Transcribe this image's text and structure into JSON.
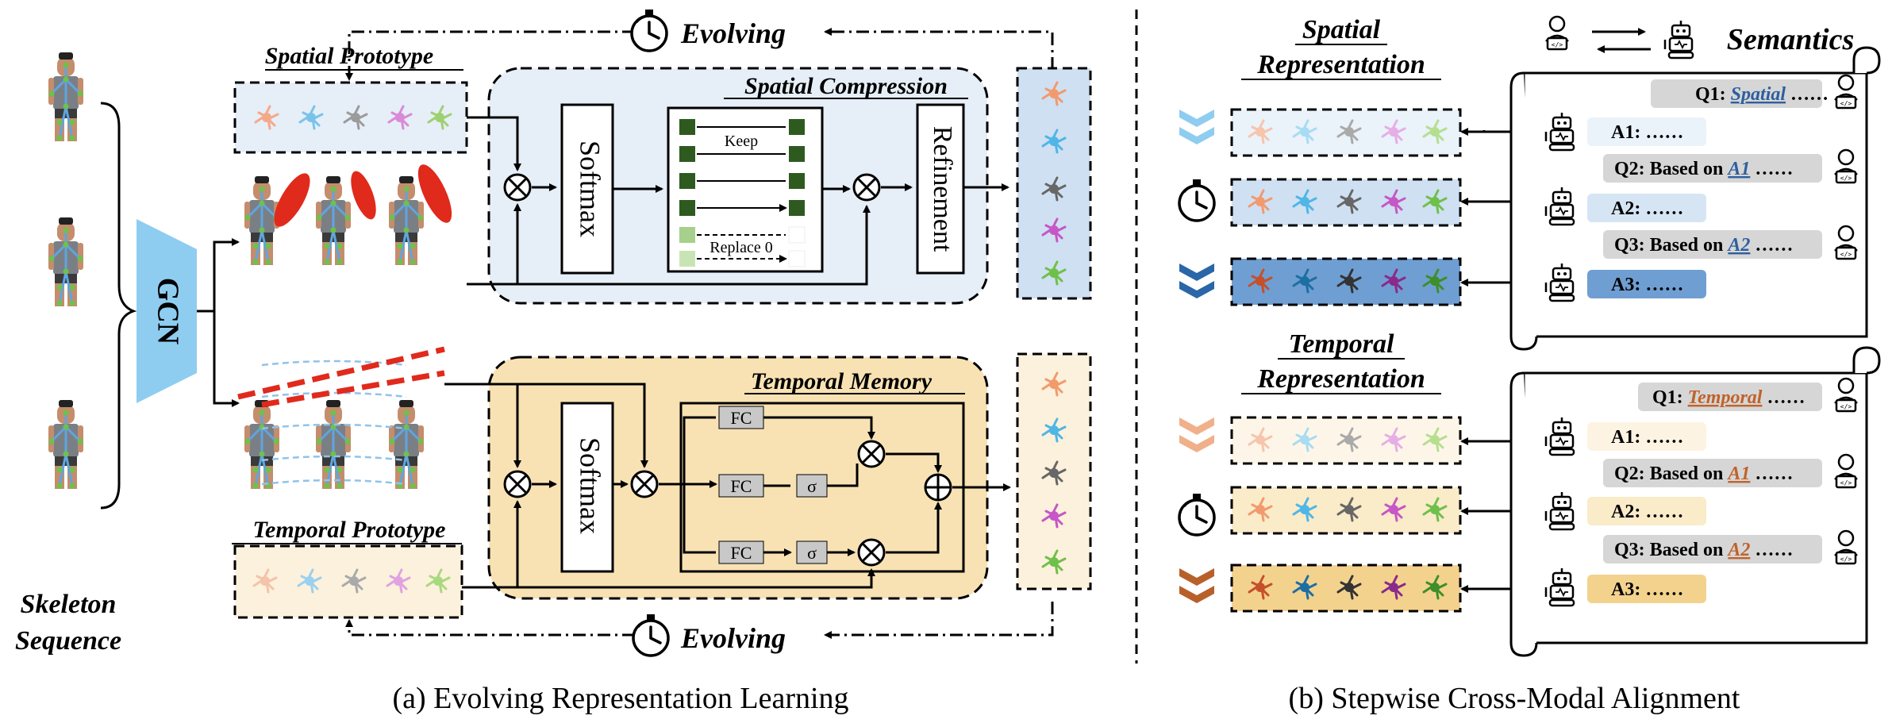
{
  "left": {
    "skeleton_label_1": "Skeleton",
    "skeleton_label_2": "Sequence",
    "gcn_label": "GCN",
    "spatial_prototype": "Spatial Prototype",
    "temporal_prototype": "Temporal Prototype",
    "evolving_top": "Evolving",
    "evolving_bottom": "Evolving",
    "spatial_compression": "Spatial Compression",
    "temporal_memory": "Temporal Memory",
    "softmax_top": "Softmax",
    "softmax_bottom": "Softmax",
    "refinement": "Refinement",
    "keep": "Keep",
    "replace": "Replace 0",
    "fc1": "FC",
    "fc2": "FC",
    "fc3": "FC",
    "sigma1": "σ",
    "sigma2": "σ",
    "caption": "(a) Evolving Representation Learning"
  },
  "right": {
    "spatial_rep_1": "Spatial",
    "spatial_rep_2": "Representation",
    "temporal_rep_1": "Temporal",
    "temporal_rep_2": "Representation",
    "semantics": "Semantics",
    "spatial_qa": {
      "q1_prefix": "Q1: ",
      "q1_key": "Spatial",
      "q1_suffix": " ……",
      "a1": "A1: ……",
      "q2_prefix": "Q2: Based on ",
      "q2_key": "A1",
      "q2_suffix": " ……",
      "a2": "A2: ……",
      "q3_prefix": "Q3: Based on ",
      "q3_key": "A2",
      "q3_suffix": " ……",
      "a3": "A3: ……"
    },
    "temporal_qa": {
      "q1_prefix": "Q1: ",
      "q1_key": "Temporal",
      "q1_suffix": " ……",
      "a1": "A1: ……",
      "q2_prefix": "Q2: Based on ",
      "q2_key": "A1",
      "q2_suffix": " ……",
      "a2": "A2: ……",
      "q3_prefix": "Q3: Based on ",
      "q3_key": "A2",
      "q3_suffix": " ……",
      "a3": "A3: ……"
    },
    "caption": "(b) Stepwise Cross-Modal Alignment"
  },
  "colors": {
    "spatial_blue": "#2f5e9e",
    "temporal_orange": "#c0622a",
    "spatial_panel": "#e6eef7",
    "temporal_panel": "#f8e2b4",
    "gcn_blue": "#8ecdf0"
  },
  "icons": [
    "stopwatch-icon",
    "neuron-icon",
    "user-icon",
    "robot-icon",
    "chevron-icon",
    "scroll-icon",
    "multiply-icon",
    "add-icon"
  ]
}
